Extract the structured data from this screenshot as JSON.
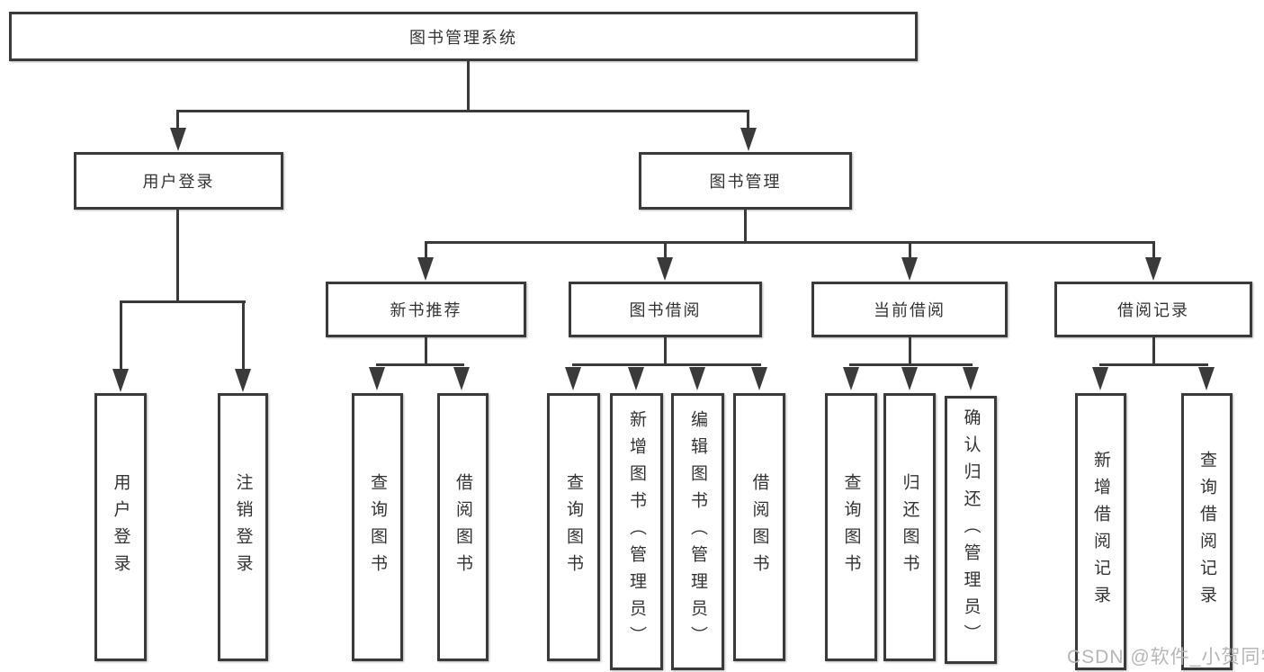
{
  "diagram_title": "图书管理系统",
  "hierarchy": {
    "root": {
      "label": "图书管理系统"
    },
    "level2": [
      {
        "label": "用户登录",
        "children": [
          {
            "label": "用户登录"
          },
          {
            "label": "注销登录"
          }
        ]
      },
      {
        "label": "图书管理",
        "children": [
          {
            "label": "新书推荐",
            "children": [
              {
                "label": "查询图书"
              },
              {
                "label": "借阅图书"
              }
            ]
          },
          {
            "label": "图书借阅",
            "children": [
              {
                "label": "查询图书"
              },
              {
                "label": "新增图书（管理员）"
              },
              {
                "label": "编辑图书（管理员）"
              },
              {
                "label": "借阅图书"
              }
            ]
          },
          {
            "label": "当前借阅",
            "children": [
              {
                "label": "查询图书"
              },
              {
                "label": "归还图书"
              },
              {
                "label": "确认归还（管理员）"
              }
            ]
          },
          {
            "label": "借阅记录",
            "children": [
              {
                "label": "新增借阅记录"
              },
              {
                "label": "查询借阅记录"
              }
            ]
          }
        ]
      }
    ]
  },
  "watermark": {
    "text": "CSDN @软件_小贺同学"
  },
  "colors": {
    "line": "#3a3a3a",
    "text": "#333333",
    "watermark": "#b6b6b6",
    "background": "#ffffff",
    "box_fill": "#ffffff"
  }
}
